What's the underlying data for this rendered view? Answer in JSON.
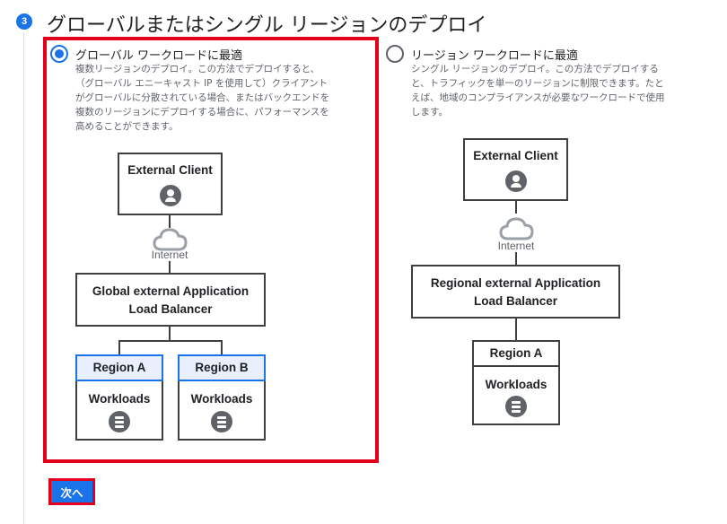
{
  "step": {
    "number": "3",
    "title": "グローバルまたはシングル リージョンのデプロイ"
  },
  "options": [
    {
      "label": "グローバル ワークロードに最適",
      "selected": true,
      "description": [
        "複数リージョンのデプロイ。この方法でデプロイすると、",
        "（グローバル エニーキャスト IP を使用して）クライアント",
        "がグローバルに分散されている場合、またはバックエンドを",
        "複数のリージョンにデプロイする場合に、パフォーマンスを",
        "高めることができます。"
      ],
      "diagram": {
        "client": "External Client",
        "internet": "Internet",
        "load_balancer": [
          "Global external Application",
          "Load Balancer"
        ],
        "regions": [
          {
            "name": "Region A",
            "workloads": "Workloads"
          },
          {
            "name": "Region B",
            "workloads": "Workloads"
          }
        ]
      }
    },
    {
      "label": "リージョン ワークロードに最適",
      "selected": false,
      "description": [
        "シングル リージョンのデプロイ。この方法でデプロイする",
        "と、トラフィックを単一のリージョンに制限できます。たと",
        "えば、地域のコンプライアンスが必要なワークロードで使用",
        "します。"
      ],
      "diagram": {
        "client": "External Client",
        "internet": "Internet",
        "load_balancer": [
          "Regional external Application",
          "Load Balancer"
        ],
        "regions": [
          {
            "name": "Region A",
            "workloads": "Workloads"
          }
        ]
      }
    }
  ],
  "next_button": "次へ",
  "colors": {
    "accent": "#1a73e8",
    "highlight": "#e3001b",
    "region_header": "#e8f0fe"
  },
  "icons": {
    "client": "person-icon",
    "internet": "cloud-icon",
    "workloads": "database-icon"
  }
}
